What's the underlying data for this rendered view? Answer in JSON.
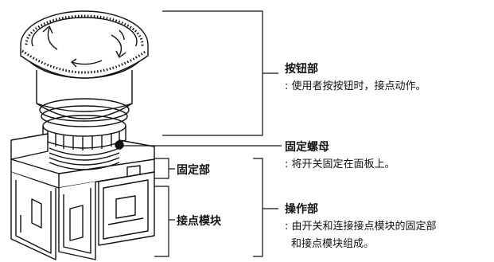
{
  "labels": {
    "button_part": {
      "title": "按钮部",
      "desc": ": 使用者按按钮时，接点动作。"
    },
    "lock_nut": {
      "title": "固定螺母",
      "desc": ": 将开关固定在面板上。"
    },
    "fixing_part": {
      "title": "固定部"
    },
    "contact_block": {
      "title": "接点模块"
    },
    "operating_part": {
      "title": "操作部",
      "desc_line1": ": 由开关和连接接点模块的固定部",
      "desc_line2": "和接点模块组成。"
    }
  }
}
